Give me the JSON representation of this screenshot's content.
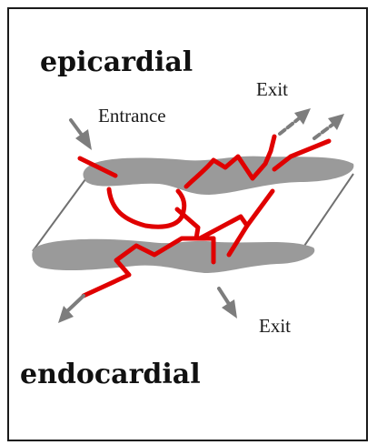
{
  "labels": {
    "top_surface": "epicardial",
    "bottom_surface": "endocardial",
    "entrance": "Entrance",
    "exit_top": "Exit",
    "exit_bottom": "Exit"
  },
  "colors": {
    "tissue": "#9a9a9a",
    "pathway": "#e00000",
    "arrow": "#7d7d7d",
    "outline": "#707070",
    "border": "#1a1a1a"
  }
}
